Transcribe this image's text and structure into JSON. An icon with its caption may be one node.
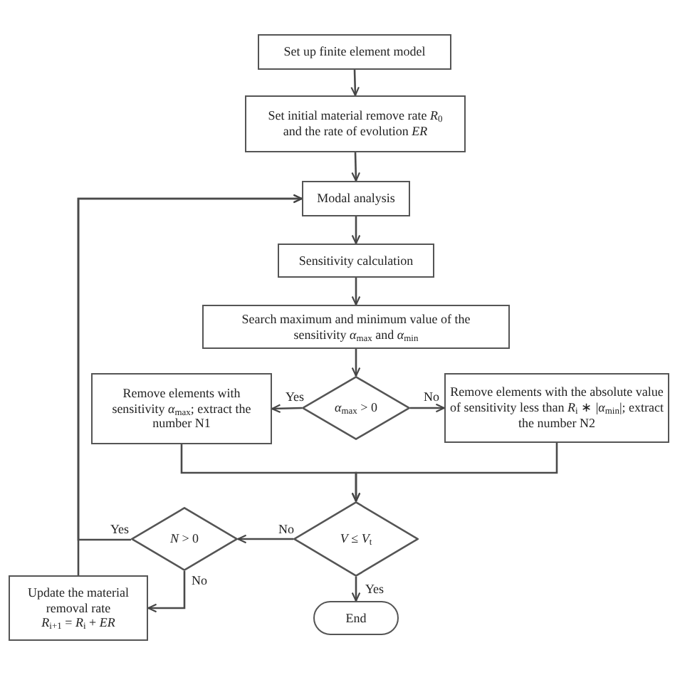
{
  "diagram": {
    "nodes": [
      {
        "text": [
          "Set up finite element model"
        ]
      },
      {
        "text": [
          "Set initial material remove rate *R*$_{0}$ and the rate of evolution *ER*"
        ]
      },
      {
        "text": [
          "Modal analysis"
        ]
      },
      {
        "text": [
          "Sensitivity calculation"
        ]
      },
      {
        "text": [
          "Search maximum and minimum value of the sensitivity *α*$_{max}$ and *α*$_{min}$"
        ]
      },
      {
        "text": [
          "*α*$_{max}$ > 0"
        ]
      },
      {
        "text": [
          "Remove elements with sensitivity *α*$_{max}$; extract the number N1"
        ]
      },
      {
        "text": [
          "Remove elements with the absolute value of sensitivity less than *R*$_{i}$ ∗ |*α*$_{min}$|; extract the number N2"
        ]
      },
      {
        "text": [
          "*V* ≤ *V*$_{t}$"
        ]
      },
      {
        "text": [
          "*N* > 0"
        ]
      },
      {
        "text": [
          "Update the material removal rate",
          "*R*$_{i+1}$ = *R*$_{i}$ + *ER*"
        ]
      },
      {
        "text": [
          "End"
        ]
      }
    ],
    "edges": [
      {
        "from": 0,
        "to": 1,
        "arrow": "to"
      },
      {
        "from": 1,
        "to": 2,
        "arrow": "to"
      },
      {
        "from": 2,
        "to": 3,
        "arrow": "to"
      },
      {
        "from": 3,
        "to": 4,
        "arrow": "to"
      },
      {
        "from": 4,
        "to": 5,
        "arrow": "to"
      },
      {
        "from": 5,
        "to": 6,
        "arrow": "to",
        "label": "Yes"
      },
      {
        "from": 5,
        "to": 7,
        "arrow": "to",
        "label": "No"
      },
      {
        "from": 6,
        "to": 8,
        "arrow": "to"
      },
      {
        "from": 7,
        "to": 8,
        "arrow": "to"
      },
      {
        "from": 8,
        "to": 9,
        "arrow": "to",
        "label": "No"
      },
      {
        "from": 8,
        "to": 11,
        "arrow": "to",
        "label": "Yes"
      },
      {
        "from": 9,
        "to": 2,
        "arrow": "to",
        "label": "Yes"
      },
      {
        "from": 10,
        "to": 2,
        "arrow": "to"
      },
      {
        "from": 9,
        "to": 10,
        "arrow": "to",
        "label": "No"
      }
    ]
  }
}
